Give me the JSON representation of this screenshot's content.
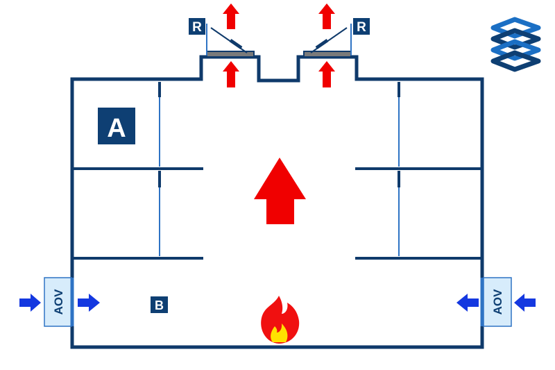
{
  "labels": {
    "zone_a": "A",
    "zone_b": "B",
    "vent_left": "R",
    "vent_right": "R",
    "aov_left": "AOV",
    "aov_right": "AOV"
  },
  "icons": {
    "logo": "stacked-s-logo-icon",
    "fire": "fire-icon",
    "smoke_flow": "up-arrow-icon",
    "air_in": "right-arrow-icon"
  },
  "colors": {
    "wall": "#0f3a6b",
    "door": "#2e73c4",
    "arrow_smoke": "#f00000",
    "arrow_air": "#1438e0",
    "aov_fill": "#d7ecfb",
    "label_bg": "#0e3f73",
    "label_text": "#ffffff",
    "logo": "#1b6fc4",
    "flame_outer": "#f01010",
    "flame_inner": "#ffe000"
  }
}
